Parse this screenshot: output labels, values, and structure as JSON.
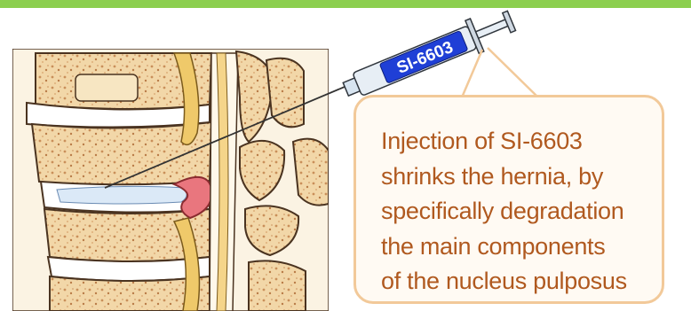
{
  "colors": {
    "accent_bar": "#8ccf4f",
    "callout_text": "#b0591f",
    "callout_border": "#f2c999",
    "syringe_label_bg": "#1f3fd6",
    "vertebra_fill": "#f2d7a8",
    "disc_fill": "#ffffff",
    "hernia_fill": "#e9767e",
    "nerve_fill": "#efc96a"
  },
  "syringe": {
    "label": "SI-6603"
  },
  "callout": {
    "lines": [
      "Injection of SI-6603",
      "shrinks the hernia, by",
      "specifically degradation",
      "the main components",
      "of the nucleus pulposus"
    ]
  }
}
